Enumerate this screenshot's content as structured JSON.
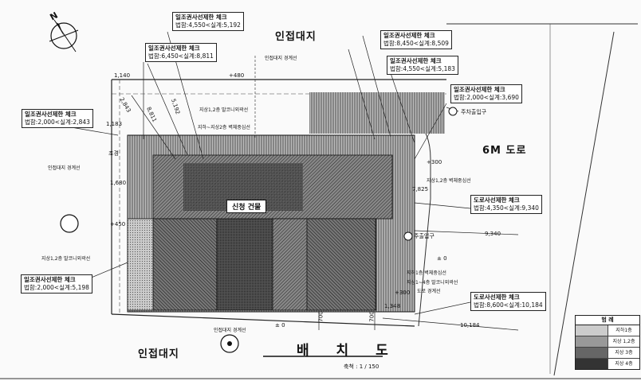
{
  "title": "배 치 도",
  "scale": "축척 : 1 / 150",
  "north_label": "N",
  "building_label": "신청 건물",
  "areas": {
    "adjacent_top": "인접대지",
    "adjacent_bottom": "인접대지",
    "road": "6M 도로"
  },
  "callouts": [
    {
      "title": "일조권사선제한 체크",
      "value": "법함:4,550<실계:5,192"
    },
    {
      "title": "일조권사선제한 체크",
      "value": "법함:6,450<실계:8,811"
    },
    {
      "title": "일조권사선제한 체크",
      "value": "법함:8,450<실계:8,509"
    },
    {
      "title": "일조권사선제한 체크",
      "value": "법함:4,550<실계:5,183"
    },
    {
      "title": "일조권사선제한 체크",
      "value": "법함:2,000<실계:3,690"
    },
    {
      "title": "일조권사선제한 체크",
      "value": "법함:2,000<실계:2,843"
    },
    {
      "title": "도로사선제한 체크",
      "value": "법함:4,350<실계:9,340"
    },
    {
      "title": "일조권사선제한 체크",
      "value": "법함:2,000<실계:5,198"
    },
    {
      "title": "도로사선제한 체크",
      "value": "법함:8,600<실계:10,184"
    }
  ],
  "entrances": {
    "parking": "주차출입구",
    "main": "주출입구"
  },
  "notes": [
    {
      "text": "인접대지 경계선"
    },
    {
      "text": "지상1,2층 발코니외곽선"
    },
    {
      "text": "지하~지상2층 벽체중심선"
    },
    {
      "text": "인접대지 경계선"
    },
    {
      "text": "지상1,2층 벽체중심선"
    },
    {
      "text": "지상1,2층 발코니외곽선"
    },
    {
      "text": "지하1층 벽체중심선"
    },
    {
      "text": "지상1~4층 발코니외곽선"
    },
    {
      "text": "도로 경계선"
    },
    {
      "text": "인접대지 경계선"
    }
  ],
  "dimensions": [
    "1,140",
    "2,843",
    "8,811",
    "5,192",
    "1,183",
    "조경",
    "1,680",
    "+450",
    "+480",
    "+300",
    "+300",
    "7,825",
    "9,340",
    "± 0",
    "1,348",
    "10,184",
    "± 0",
    "700",
    "700"
  ],
  "legend": {
    "header": "범 례",
    "items": [
      "지하1층",
      "지상 1,2층",
      "지상 3층",
      "지상 4층"
    ]
  }
}
